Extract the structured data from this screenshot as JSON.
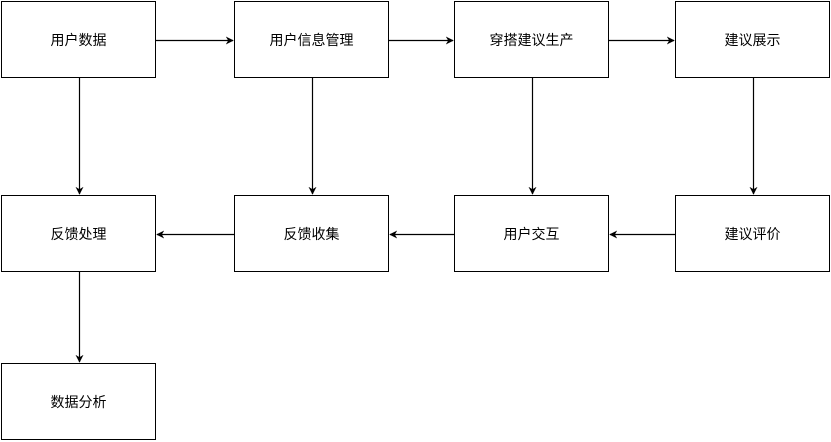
{
  "diagram": {
    "nodes": {
      "user_data": "用户数据",
      "user_info_mgmt": "用户信息管理",
      "outfit_generation": "穿搭建议生产",
      "suggestion_display": "建议展示",
      "feedback_processing": "反馈处理",
      "feedback_collection": "反馈收集",
      "user_interaction": "用户交互",
      "suggestion_rating": "建议评价",
      "data_analysis": "数据分析"
    },
    "edges": [
      {
        "from": "user_data",
        "to": "user_info_mgmt"
      },
      {
        "from": "user_info_mgmt",
        "to": "outfit_generation"
      },
      {
        "from": "outfit_generation",
        "to": "suggestion_display"
      },
      {
        "from": "user_data",
        "to": "feedback_processing"
      },
      {
        "from": "user_info_mgmt",
        "to": "feedback_collection"
      },
      {
        "from": "outfit_generation",
        "to": "user_interaction"
      },
      {
        "from": "suggestion_display",
        "to": "suggestion_rating"
      },
      {
        "from": "suggestion_rating",
        "to": "user_interaction"
      },
      {
        "from": "user_interaction",
        "to": "feedback_collection"
      },
      {
        "from": "feedback_collection",
        "to": "feedback_processing"
      },
      {
        "from": "feedback_processing",
        "to": "data_analysis"
      }
    ],
    "colors": {
      "stroke": "#000000",
      "fill": "#ffffff",
      "text": "#000000"
    }
  }
}
